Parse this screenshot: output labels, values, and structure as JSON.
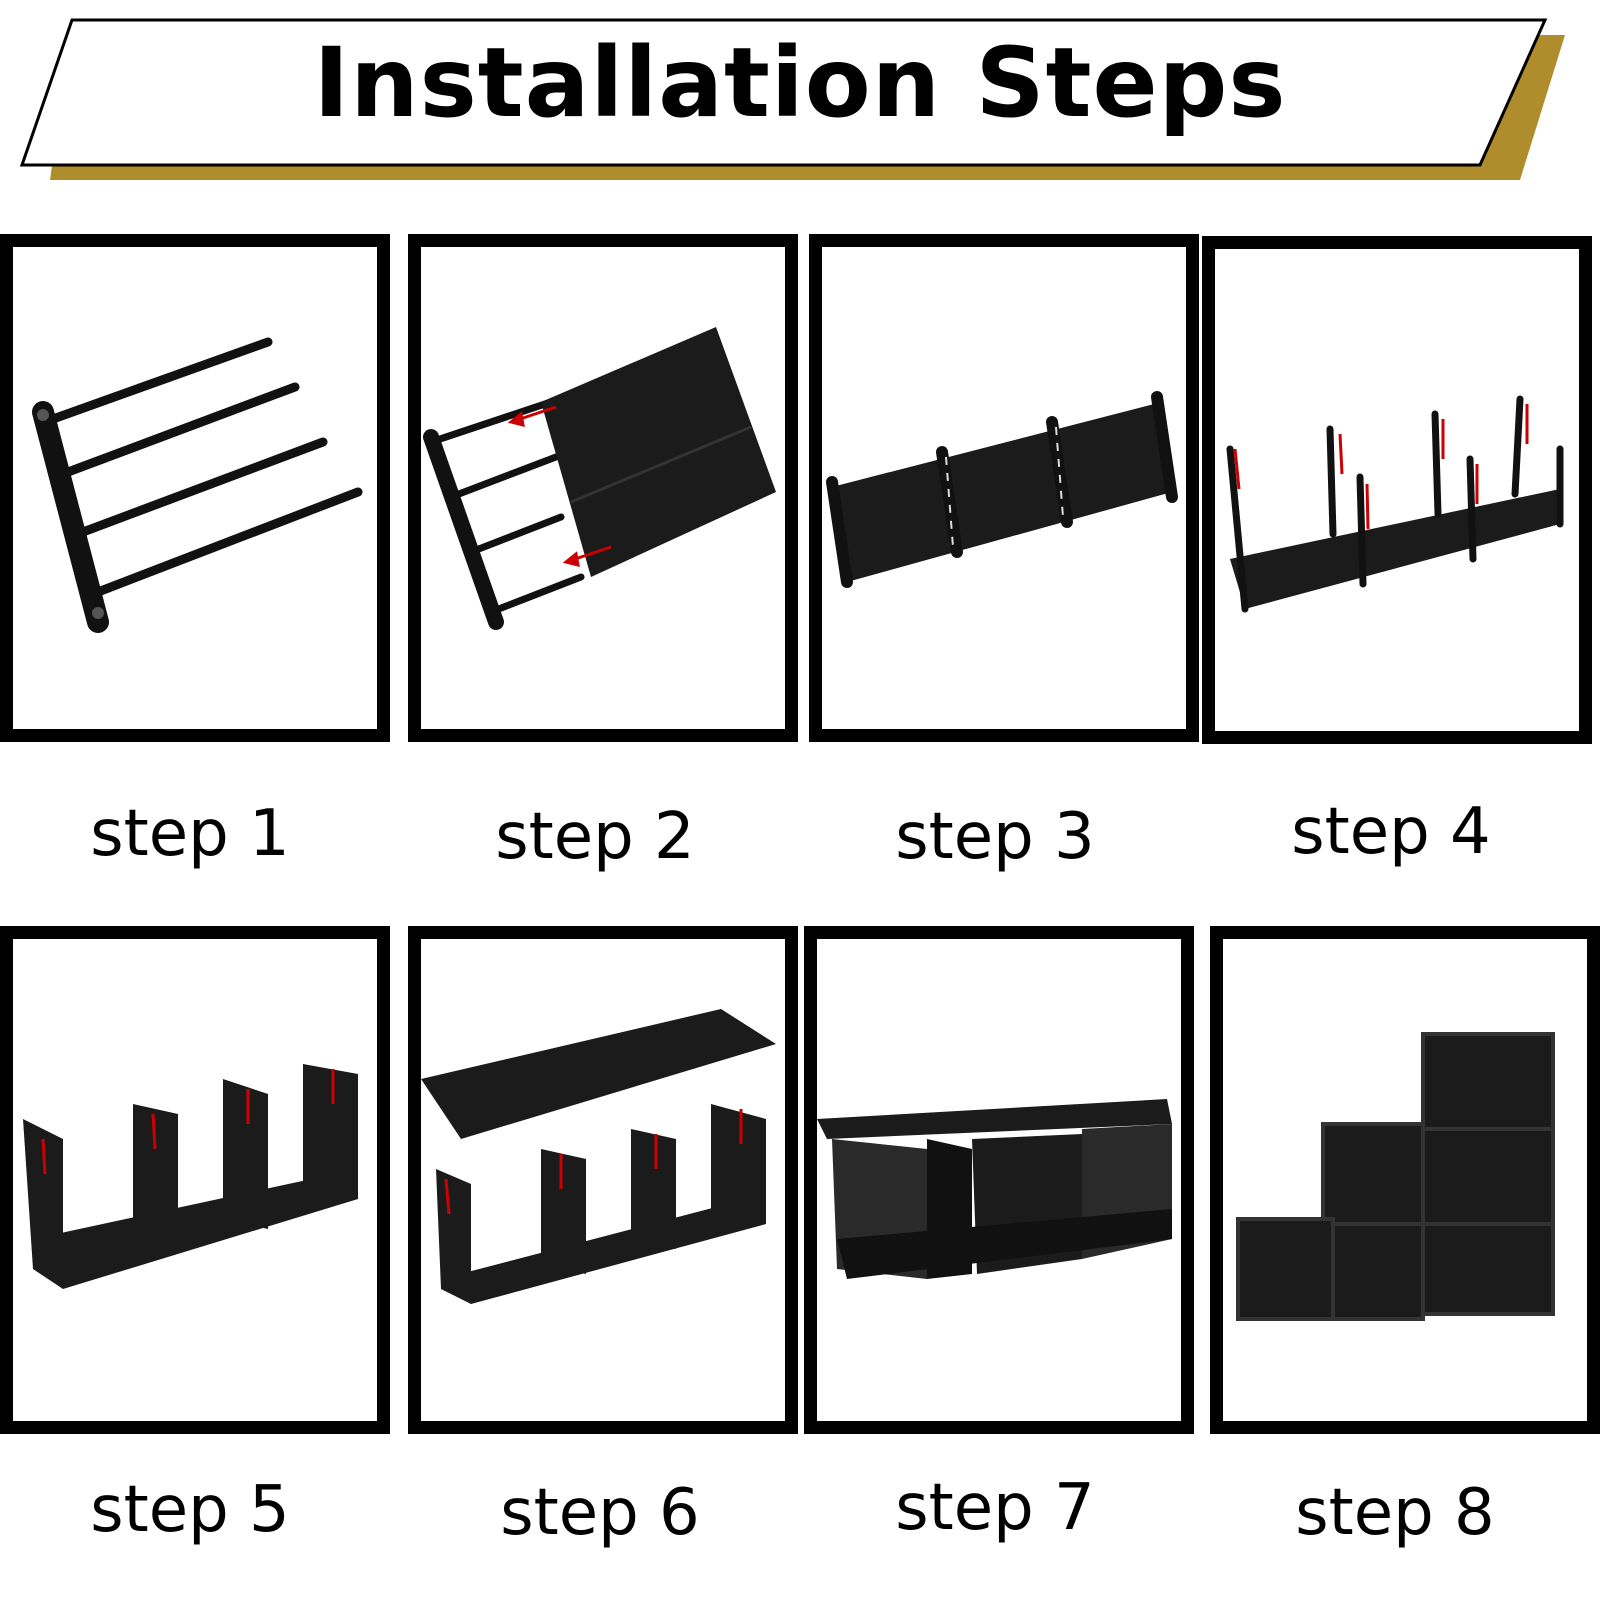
{
  "banner": {
    "title": "Installation Steps",
    "accent_color": "#b08d2c"
  },
  "steps": [
    {
      "label": "step 1",
      "illustration": "frame-with-four-rods"
    },
    {
      "label": "step 2",
      "illustration": "fabric-sliding-onto-rods"
    },
    {
      "label": "step 3",
      "illustration": "three-section-shelf-panel"
    },
    {
      "label": "step 4",
      "illustration": "vertical-poles-inserted"
    },
    {
      "label": "step 5",
      "illustration": "side-panels-attached"
    },
    {
      "label": "step 6",
      "illustration": "top-shelf-placed"
    },
    {
      "label": "step 7",
      "illustration": "three-cube-unit"
    },
    {
      "label": "step 8",
      "illustration": "stair-cube-organizer"
    }
  ],
  "colors": {
    "frame": "#000000",
    "product": "#1b1b1b",
    "arrow": "#cc0000"
  }
}
